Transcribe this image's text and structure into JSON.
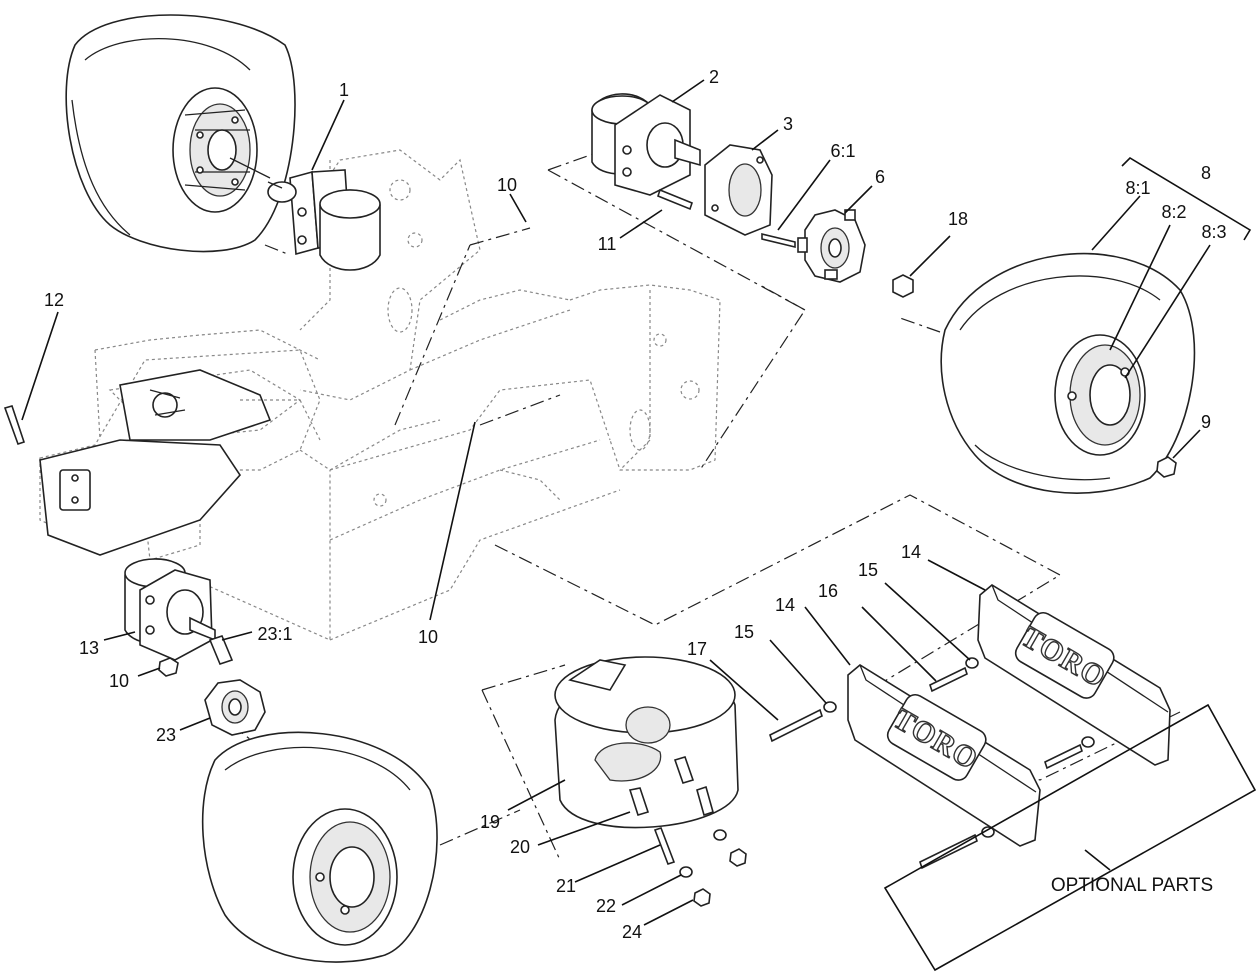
{
  "callouts": {
    "c1": "1",
    "c2": "2",
    "c3": "3",
    "c6_1": "6:1",
    "c6": "6",
    "c8": "8",
    "c8_1": "8:1",
    "c8_2": "8:2",
    "c8_3": "8:3",
    "c9": "9",
    "c10_a": "10",
    "c10_b": "10",
    "c10_c": "10",
    "c11": "11",
    "c12": "12",
    "c13": "13",
    "c14_a": "14",
    "c14_b": "14",
    "c15_a": "15",
    "c15_b": "15",
    "c16": "16",
    "c17": "17",
    "c18": "18",
    "c19": "19",
    "c20": "20",
    "c21": "21",
    "c22": "22",
    "c23": "23",
    "c23_1": "23:1",
    "c24": "24"
  },
  "labels": {
    "optional_parts": "OPTIONAL PARTS",
    "weight_logo_a": "TORO",
    "weight_logo_b": "TORO"
  }
}
